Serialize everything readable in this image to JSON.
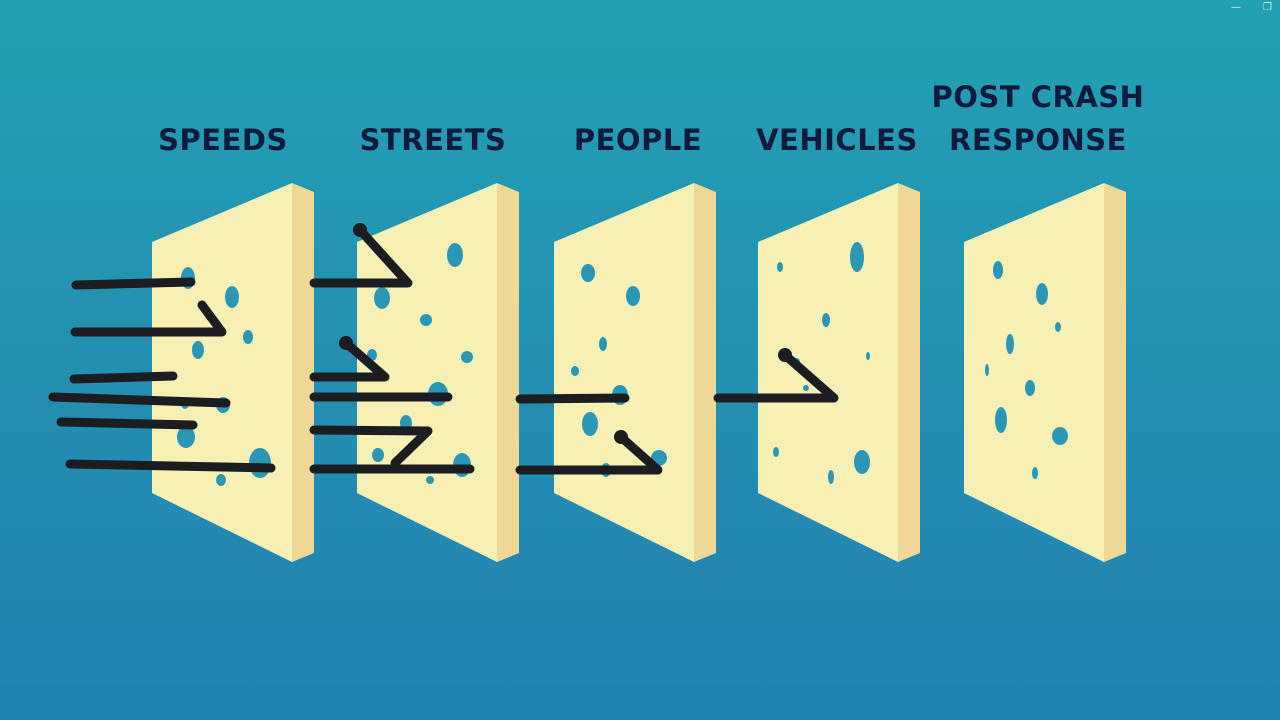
{
  "layers": [
    {
      "label_lines": [
        "SPEEDS"
      ]
    },
    {
      "label_lines": [
        "STREETS"
      ]
    },
    {
      "label_lines": [
        "PEOPLE"
      ]
    },
    {
      "label_lines": [
        "VEHICLES"
      ]
    },
    {
      "label_lines": [
        "POST CRASH",
        "RESPONSE"
      ]
    }
  ],
  "window_controls": {
    "minimize_icon": "minimize-icon",
    "restore_icon": "restore-icon"
  },
  "colors": {
    "slice_face": "#f6f0b5",
    "slice_edge": "#efd796",
    "hole": "#2b97b6",
    "arrow": "#1b1d20",
    "label": "#0f1b3d"
  }
}
